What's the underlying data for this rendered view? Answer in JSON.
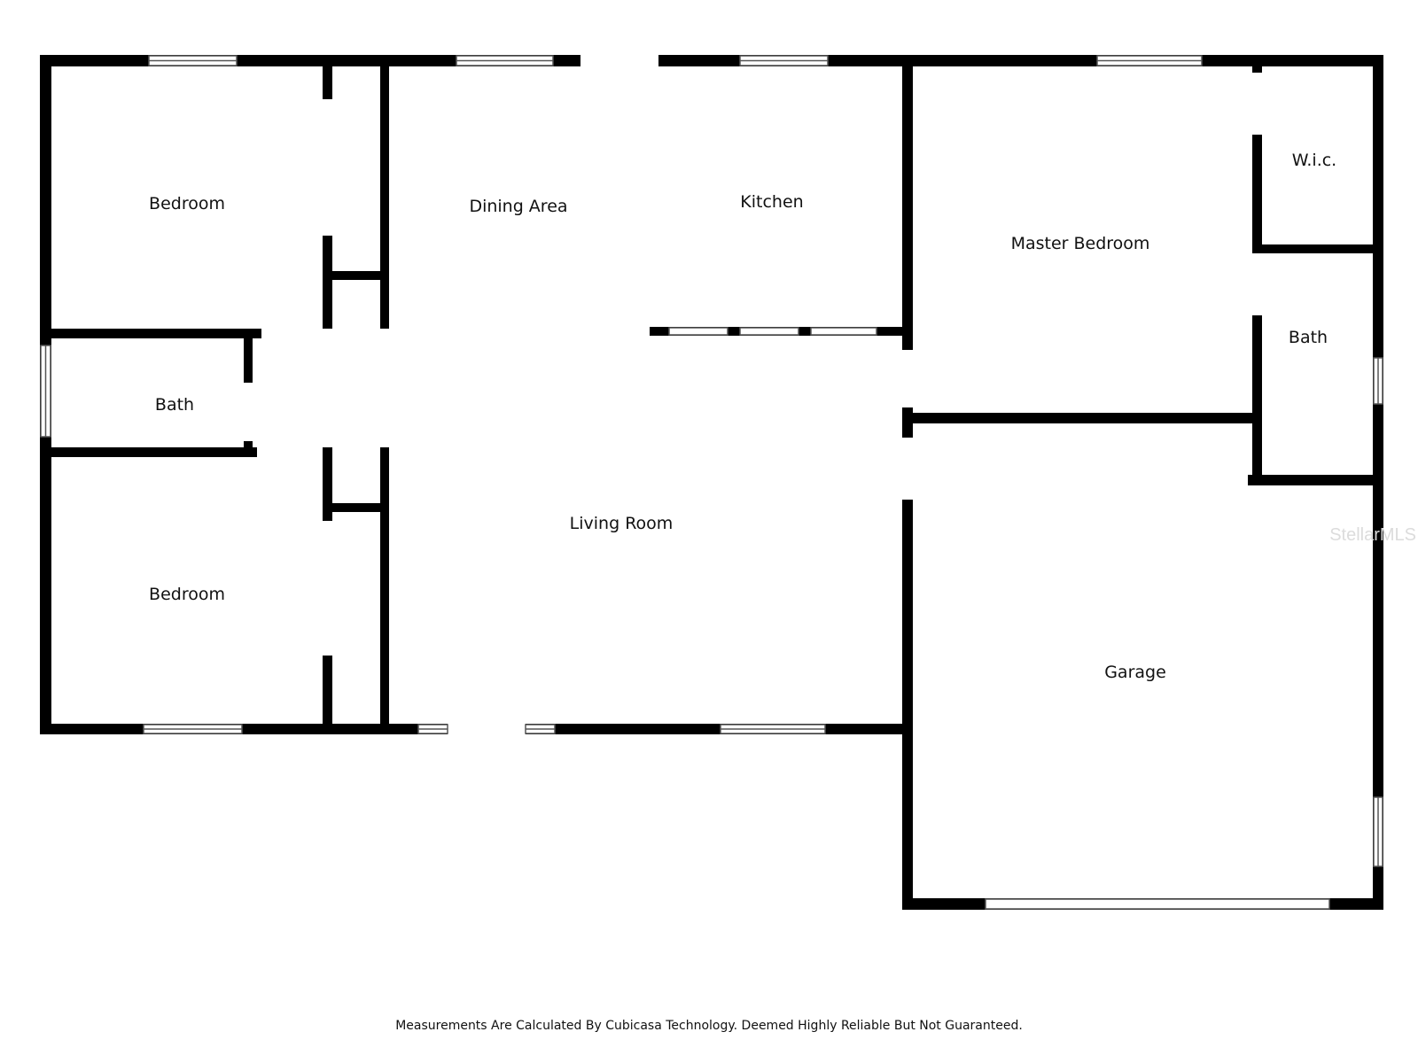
{
  "rooms": {
    "bedroom_top": "Bedroom",
    "bath_left": "Bath",
    "bedroom_bottom": "Bedroom",
    "dining_area": "Dining Area",
    "kitchen": "Kitchen",
    "living_room": "Living Room",
    "master_bedroom": "Master Bedroom",
    "wic": "W.i.c.",
    "bath_right": "Bath",
    "garage": "Garage"
  },
  "watermark": "StellarMLS",
  "footer": "Measurements Are Calculated By Cubicasa Technology. Deemed Highly Reliable But Not Guaranteed.",
  "colors": {
    "wall": "#000000",
    "background": "#ffffff",
    "window_frame": "#555555",
    "watermark": "#dcdcdc"
  }
}
